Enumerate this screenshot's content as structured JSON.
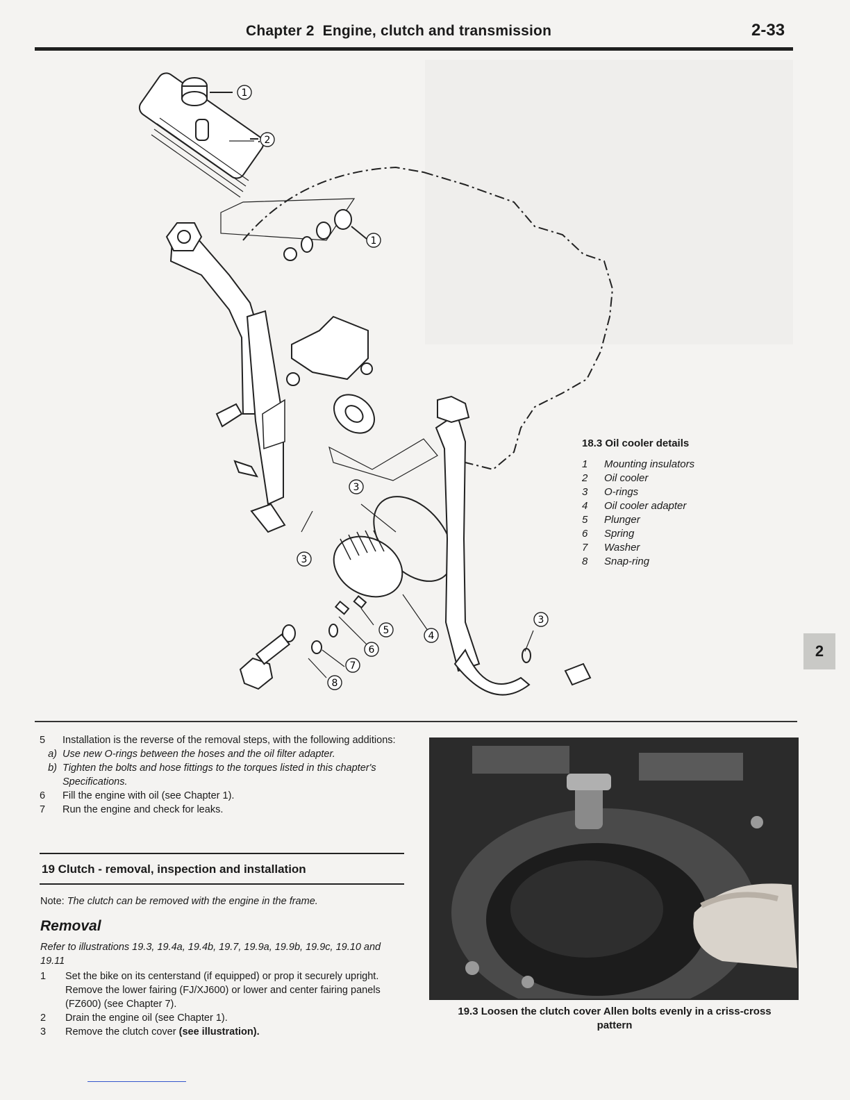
{
  "header": {
    "chapter": "Chapter 2",
    "title": "Engine, clutch and transmission",
    "page_number": "2-33"
  },
  "diagram": {
    "callouts": [
      "1",
      "2",
      "1",
      "3",
      "3",
      "4",
      "5",
      "6",
      "7",
      "8",
      "3"
    ],
    "caption": {
      "title": "18.3 Oil cooler details",
      "items": [
        {
          "num": "1",
          "label": "Mounting insulators"
        },
        {
          "num": "2",
          "label": "Oil cooler"
        },
        {
          "num": "3",
          "label": "O-rings"
        },
        {
          "num": "4",
          "label": "Oil cooler adapter"
        },
        {
          "num": "5",
          "label": "Plunger"
        },
        {
          "num": "6",
          "label": "Spring"
        },
        {
          "num": "7",
          "label": "Washer"
        },
        {
          "num": "8",
          "label": "Snap-ring"
        }
      ]
    }
  },
  "body": {
    "step5": {
      "num": "5",
      "text": "Installation is the reverse of the removal steps, with the following additions:"
    },
    "sub_a": {
      "letter": "a)",
      "text": "Use new O-rings between the hoses and the oil filter adapter."
    },
    "sub_b": {
      "letter": "b)",
      "text": "Tighten the bolts and hose fittings to the torques listed in this chapter's Specifications."
    },
    "step6": {
      "num": "6",
      "text": "Fill the engine with oil (see Chapter 1)."
    },
    "step7": {
      "num": "7",
      "text": "Run the engine and check for leaks."
    },
    "section_title": "19 Clutch - removal, inspection and installation",
    "note_label": "Note:",
    "note_text": "The clutch can be removed with the engine in the frame.",
    "removal_heading": "Removal",
    "refer_text": "Refer to illustrations 19.3, 19.4a, 19.4b, 19.7, 19.9a, 19.9b, 19.9c, 19.10 and 19.11",
    "step1": {
      "num": "1",
      "text": "Set the bike on its centerstand (if equipped) or prop it securely upright. Remove the lower fairing (FJ/XJ600) or lower and center fairing panels (FZ600) (see Chapter 7)."
    },
    "step2": {
      "num": "2",
      "text": "Drain the engine oil (see Chapter 1)."
    },
    "step3": {
      "num": "3",
      "text": "Remove the clutch cover",
      "ref": "(see illustration)."
    }
  },
  "photo": {
    "caption": "19.3 Loosen the clutch cover Allen bolts evenly in a criss-cross pattern"
  },
  "thumb_tab": "2"
}
